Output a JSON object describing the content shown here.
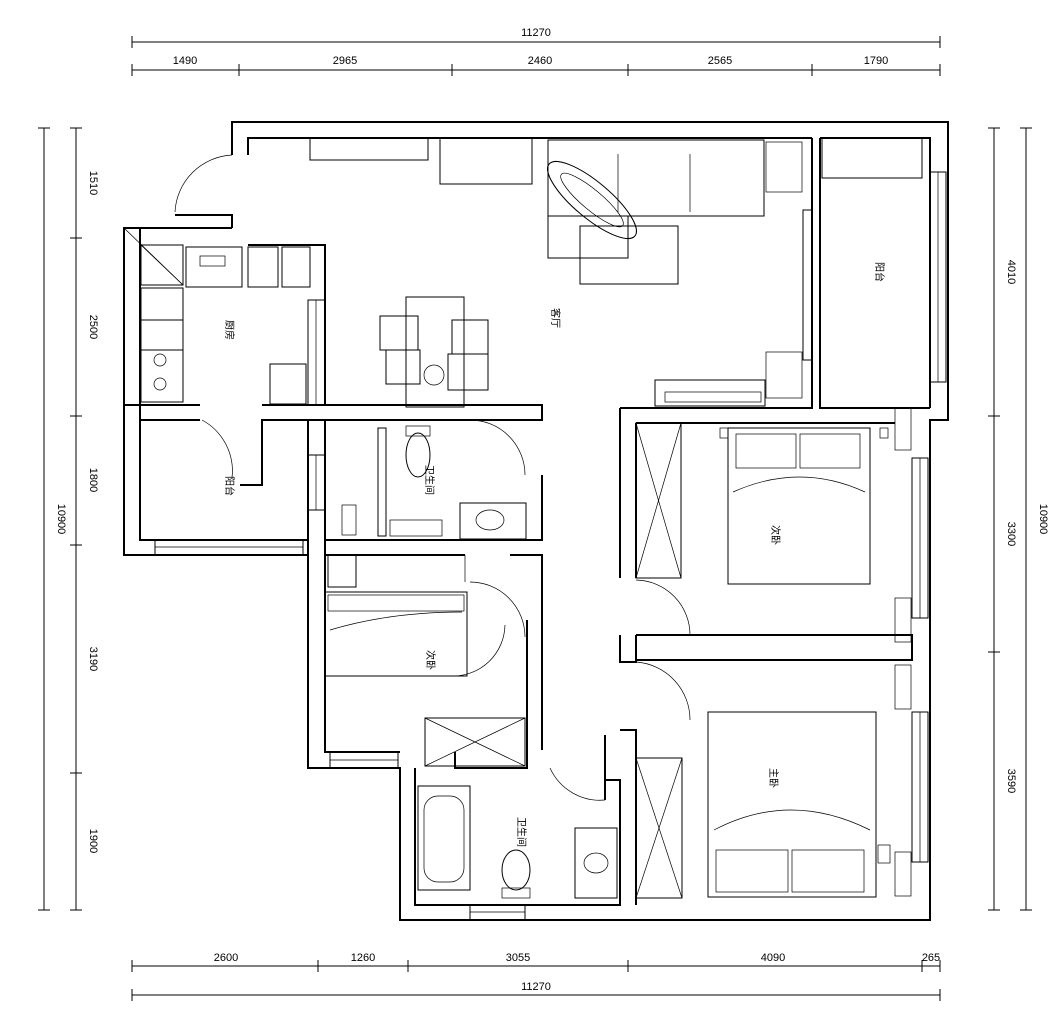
{
  "dimensions": {
    "top_total": "11270",
    "top_segments": [
      "1490",
      "2965",
      "2460",
      "2565",
      "1790"
    ],
    "bottom_segments": [
      "2600",
      "1260",
      "3055",
      "4090",
      "265"
    ],
    "bottom_total": "11270",
    "left_total": "10900",
    "left_segments": [
      "1510",
      "2500",
      "1800",
      "3190",
      "1900"
    ],
    "right_segments": [
      "4010",
      "3300",
      "3590"
    ],
    "right_total": "10900"
  },
  "rooms": {
    "kitchen": "厨房",
    "utility_balcony": "阳台",
    "living_room": "客厅",
    "balcony": "阳台",
    "public_bath": "卫生间",
    "bedroom_small": "次卧",
    "bedroom_second": "次卧",
    "master_bedroom": "主卧",
    "master_bath": "卫生间"
  }
}
